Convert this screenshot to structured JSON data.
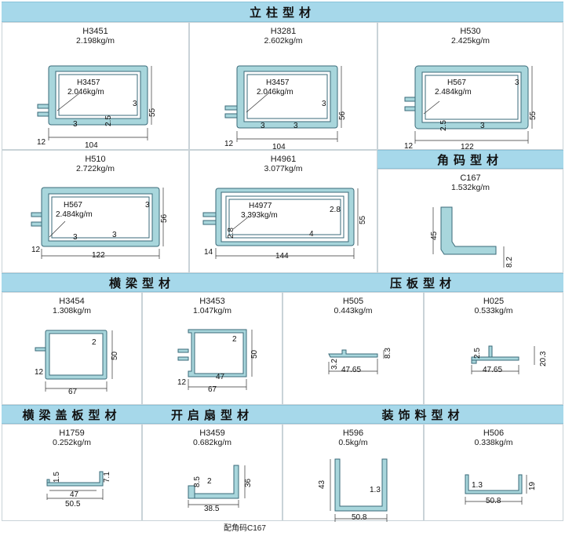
{
  "sections": {
    "column": "立柱型材",
    "corner": "角码型材",
    "beam": "横梁型材",
    "press": "压板型材",
    "cover": "横梁盖板型材",
    "vent": "开启扇型材",
    "trim": "装饰料型材"
  },
  "profiles": {
    "H3451": {
      "code": "H3451",
      "weight": "2.198kg/m",
      "inner_code": "H3457",
      "inner_weight": "2.046kg/m",
      "dims": [
        "3",
        "55",
        "3",
        "2.5",
        "12",
        "104"
      ]
    },
    "H3281": {
      "code": "H3281",
      "weight": "2.602kg/m",
      "inner_code": "H3457",
      "inner_weight": "2.046kg/m",
      "dims": [
        "3",
        "56",
        "3",
        "3",
        "12",
        "104"
      ]
    },
    "H530": {
      "code": "H530",
      "weight": "2.425kg/m",
      "inner_code": "H567",
      "inner_weight": "2.484kg/m",
      "dims": [
        "3",
        "55",
        "2.5",
        "3",
        "12",
        "122"
      ]
    },
    "H510": {
      "code": "H510",
      "weight": "2.722kg/m",
      "inner_code": "H567",
      "inner_weight": "2.484kg/m",
      "dims": [
        "3",
        "56",
        "3",
        "3",
        "12",
        "122"
      ]
    },
    "H4961": {
      "code": "H4961",
      "weight": "3.077kg/m",
      "inner_code": "H4977",
      "inner_weight": "3.393kg/m",
      "dims": [
        "2.8",
        "55",
        "2.8",
        "4",
        "14",
        "144"
      ]
    },
    "C167": {
      "code": "C167",
      "weight": "1.532kg/m",
      "dims": [
        "45",
        "8.2"
      ]
    },
    "H3454": {
      "code": "H3454",
      "weight": "1.308kg/m",
      "dims": [
        "2",
        "50",
        "12",
        "67"
      ]
    },
    "H3453": {
      "code": "H3453",
      "weight": "1.047kg/m",
      "dims": [
        "2",
        "50",
        "47",
        "12",
        "67"
      ]
    },
    "H505": {
      "code": "H505",
      "weight": "0.443kg/m",
      "dims": [
        "3.2",
        "8.3",
        "47.65"
      ]
    },
    "H025": {
      "code": "H025",
      "weight": "0.533kg/m",
      "dims": [
        "2.5",
        "20.3",
        "47.65"
      ]
    },
    "H1759": {
      "code": "H1759",
      "weight": "0.252kg/m",
      "dims": [
        "1.5",
        "7.1",
        "47",
        "50.5"
      ]
    },
    "H3459": {
      "code": "H3459",
      "weight": "0.682kg/m",
      "dims": [
        "8.5",
        "2",
        "36",
        "38.5"
      ]
    },
    "H596": {
      "code": "H596",
      "weight": "0.5kg/m",
      "dims": [
        "43",
        "1.3",
        "50.8"
      ]
    },
    "H506": {
      "code": "H506",
      "weight": "0.338kg/m",
      "dims": [
        "1.3",
        "19",
        "50.8"
      ]
    }
  },
  "footnote": "配角码C167"
}
